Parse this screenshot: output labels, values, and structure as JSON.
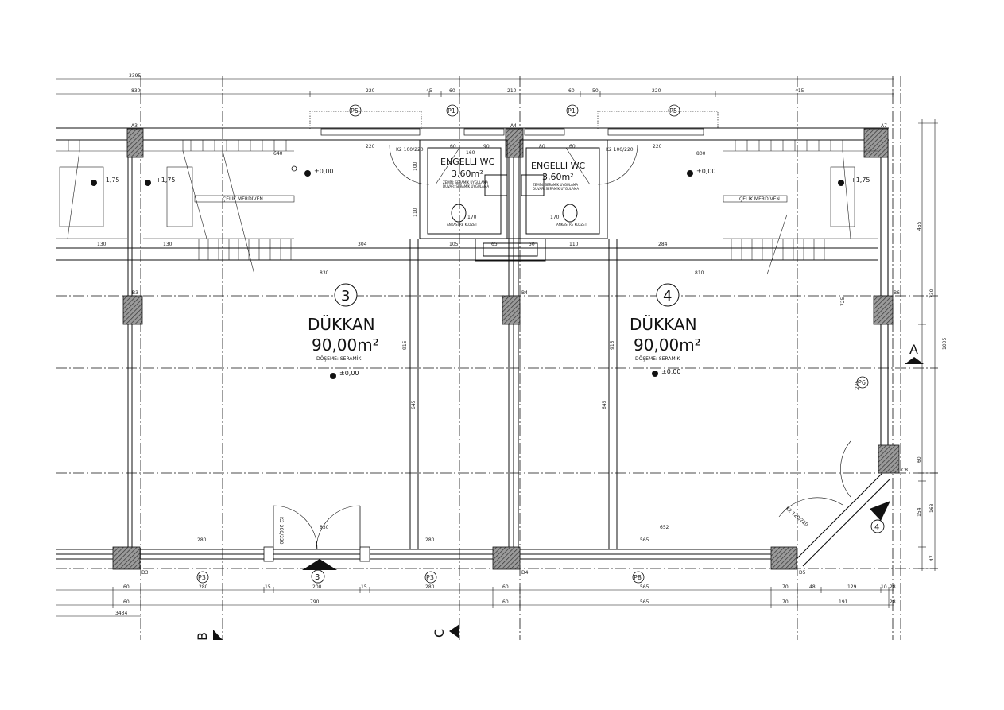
{
  "dimensions": {
    "top_total": "3395",
    "top_row": [
      "830",
      "220",
      "45",
      "60",
      "210",
      "60",
      "50",
      "220",
      "415"
    ],
    "bottom_row1": [
      "60",
      "280",
      "15",
      "200",
      "15",
      "280",
      "60",
      "565",
      "70",
      "48",
      "129",
      "10",
      "28"
    ],
    "bottom_row2": [
      "60",
      "790",
      "60",
      "565",
      "70",
      "191",
      "28"
    ],
    "bottom_total": "3434",
    "right": [
      "455",
      "730",
      "1005",
      "60",
      "154",
      "168",
      "47"
    ],
    "interior": [
      "830",
      "810",
      "304",
      "284",
      "130",
      "130",
      "915",
      "915",
      "645",
      "645",
      "640",
      "800",
      "725",
      "275",
      "652",
      "280",
      "280",
      "565",
      "830",
      "220",
      "220",
      "160",
      "90",
      "80",
      "60",
      "60",
      "170",
      "170",
      "105",
      "65",
      "50",
      "110",
      "100",
      "110"
    ]
  },
  "columns": [
    "A3",
    "A4",
    "A7",
    "B3",
    "B4",
    "B6",
    "C8",
    "D3",
    "D4",
    "D5"
  ],
  "rooms": [
    {
      "number": "3",
      "name": "DÜKKAN",
      "area": "90,00m²",
      "floor": "DÖŞEME: SERAMİK",
      "level": "±0,00"
    },
    {
      "number": "4",
      "name": "DÜKKAN",
      "area": "90,00m²",
      "floor": "DÖŞEME: SERAMİK",
      "level": "±0,00"
    }
  ],
  "wcs": [
    {
      "name": "ENGELLİ WC",
      "area": "3,60m²",
      "spec1": "ZEMİN: SERAMİK UYGULAMA",
      "spec2": "DUVAR: SERAMİK UYGULAMA",
      "fixture": "ANKASTRE KLOZET"
    },
    {
      "name": "ENGELLİ WC",
      "area": "3,60m²",
      "spec1": "ZEMİN: SERAMİK UYGULAMA",
      "spec2": "DUVAR: SERAMİK UYGULAMA",
      "fixture": "ANKASTRE KLOZET"
    }
  ],
  "stairs": {
    "label": "ÇELİK MERDİVEN",
    "level": "+1,75",
    "landing": "±0,00"
  },
  "doors": {
    "entrance": "K2 200/220",
    "wc": "K2 100/220",
    "corner": "K2 120/220"
  },
  "windows": [
    "P1",
    "P1",
    "P3",
    "P3",
    "P5",
    "P5",
    "P6",
    "P8"
  ],
  "sections": [
    "A",
    "B",
    "C"
  ],
  "markers": [
    "3",
    "4"
  ],
  "colors": {
    "line": "#111111",
    "hatch": "#555555",
    "faint": "#888888"
  }
}
